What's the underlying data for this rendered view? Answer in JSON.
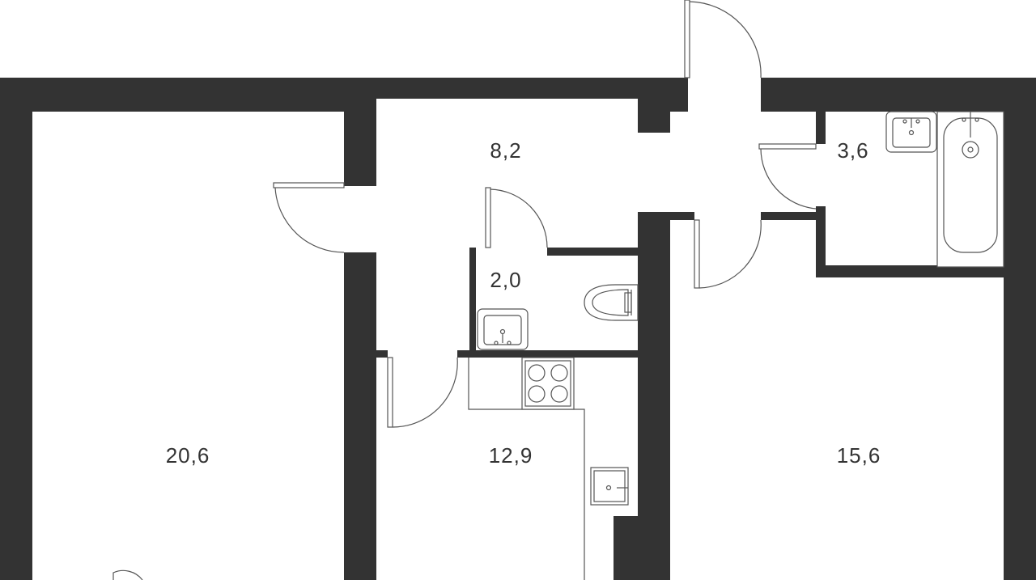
{
  "plan": {
    "colors": {
      "wall": "#333333",
      "fixture_stroke": "#555555",
      "background": "#ffffff"
    },
    "rooms": [
      {
        "id": "room-living",
        "area": "20,6"
      },
      {
        "id": "room-hall",
        "area": "8,2"
      },
      {
        "id": "room-bathroom",
        "area": "3,6"
      },
      {
        "id": "room-toilet",
        "area": "2,0"
      },
      {
        "id": "room-kitchen",
        "area": "12,9"
      },
      {
        "id": "room-bedroom",
        "area": "15,6"
      }
    ],
    "fixtures": [
      "sink-icon",
      "bathtub-icon",
      "toilet-icon",
      "stove-icon",
      "kitchen-sink-icon"
    ]
  }
}
